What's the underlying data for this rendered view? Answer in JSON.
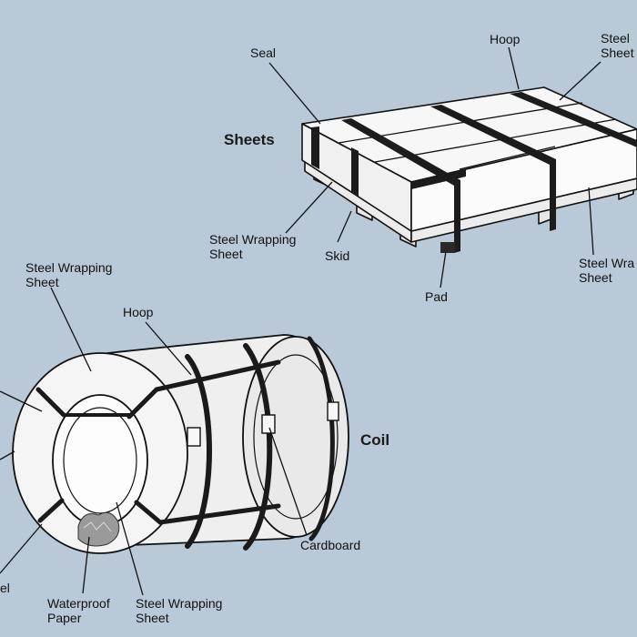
{
  "sheets": {
    "heading": "Sheets",
    "labels": {
      "seal": "Seal",
      "hoop": "Hoop",
      "steel_wrapping_sheet_top": [
        "Steel",
        "Sheet"
      ],
      "steel_wrapping_sheet_left": [
        "Steel Wrapping",
        "Sheet"
      ],
      "skid": "Skid",
      "pad": "Pad",
      "steel_wrapping_sheet_right": [
        "Steel Wra",
        "Sheet"
      ]
    }
  },
  "coil": {
    "heading": "Coil",
    "labels": {
      "steel_wrapping_sheet_top": [
        "Steel Wrapping",
        "Sheet"
      ],
      "hoop": "Hoop",
      "cardboard": "Cardboard",
      "waterproof_paper": [
        "Waterproof",
        "Paper"
      ],
      "steel_wrapping_sheet_bottom": [
        "Steel Wrapping",
        "Sheet"
      ],
      "steel_partial": "el"
    }
  },
  "colors": {
    "background": "#b9c9d7",
    "package_fill": "#f2f2f2",
    "outline": "#111111",
    "strap": "#1c1c1c"
  }
}
